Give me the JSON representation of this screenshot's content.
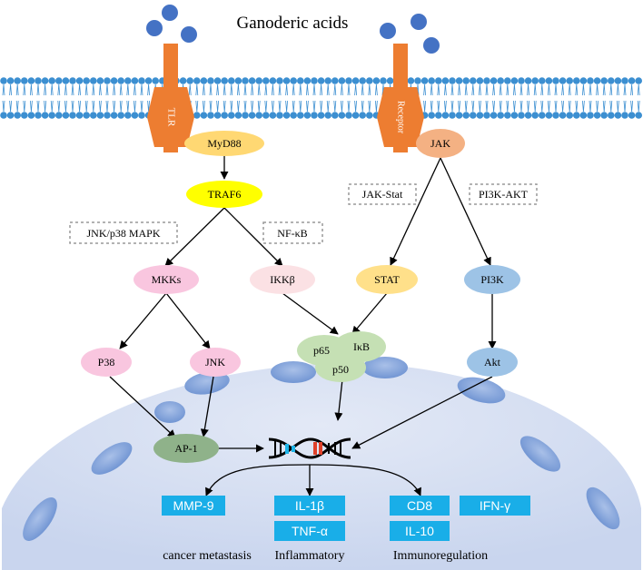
{
  "title": "Ganoderic acids",
  "receptors": {
    "tlr": "TLR",
    "receptor": "Receptor"
  },
  "nodes": {
    "myd88": "MyD88",
    "traf6": "TRAF6",
    "jak": "JAK",
    "mkks": "MKKs",
    "ikkb": "IKKβ",
    "stat": "STAT",
    "pi3k": "PI3K",
    "p38": "P38",
    "jnk": "JNK",
    "p65": "p65",
    "ikb": "IκB",
    "p50": "p50",
    "akt": "Akt",
    "ap1": "AP-1"
  },
  "pathways": {
    "jnk_p38_mapk": "JNK/p38 MAPK",
    "nfkb": "NF-κB",
    "jak_stat": "JAK-Stat",
    "pi3k_akt": "PI3K-AKT"
  },
  "outputs": {
    "mmp9": "MMP-9",
    "il1b": "IL-1β",
    "tnfa": "TNF-α",
    "cd8": "CD8",
    "il10": "IL-10",
    "ifng": "IFN-γ"
  },
  "outcomes": {
    "cancer": "cancer metastasis",
    "inflammatory": "Inflammatory",
    "immuno": "Immunoregulation"
  },
  "colors": {
    "membrane": "#3c8fd1",
    "receptor": "#ed7d31",
    "ligand": "#4472c4",
    "nucleus": "#d7e0f3",
    "output_box": "#19aee8"
  }
}
